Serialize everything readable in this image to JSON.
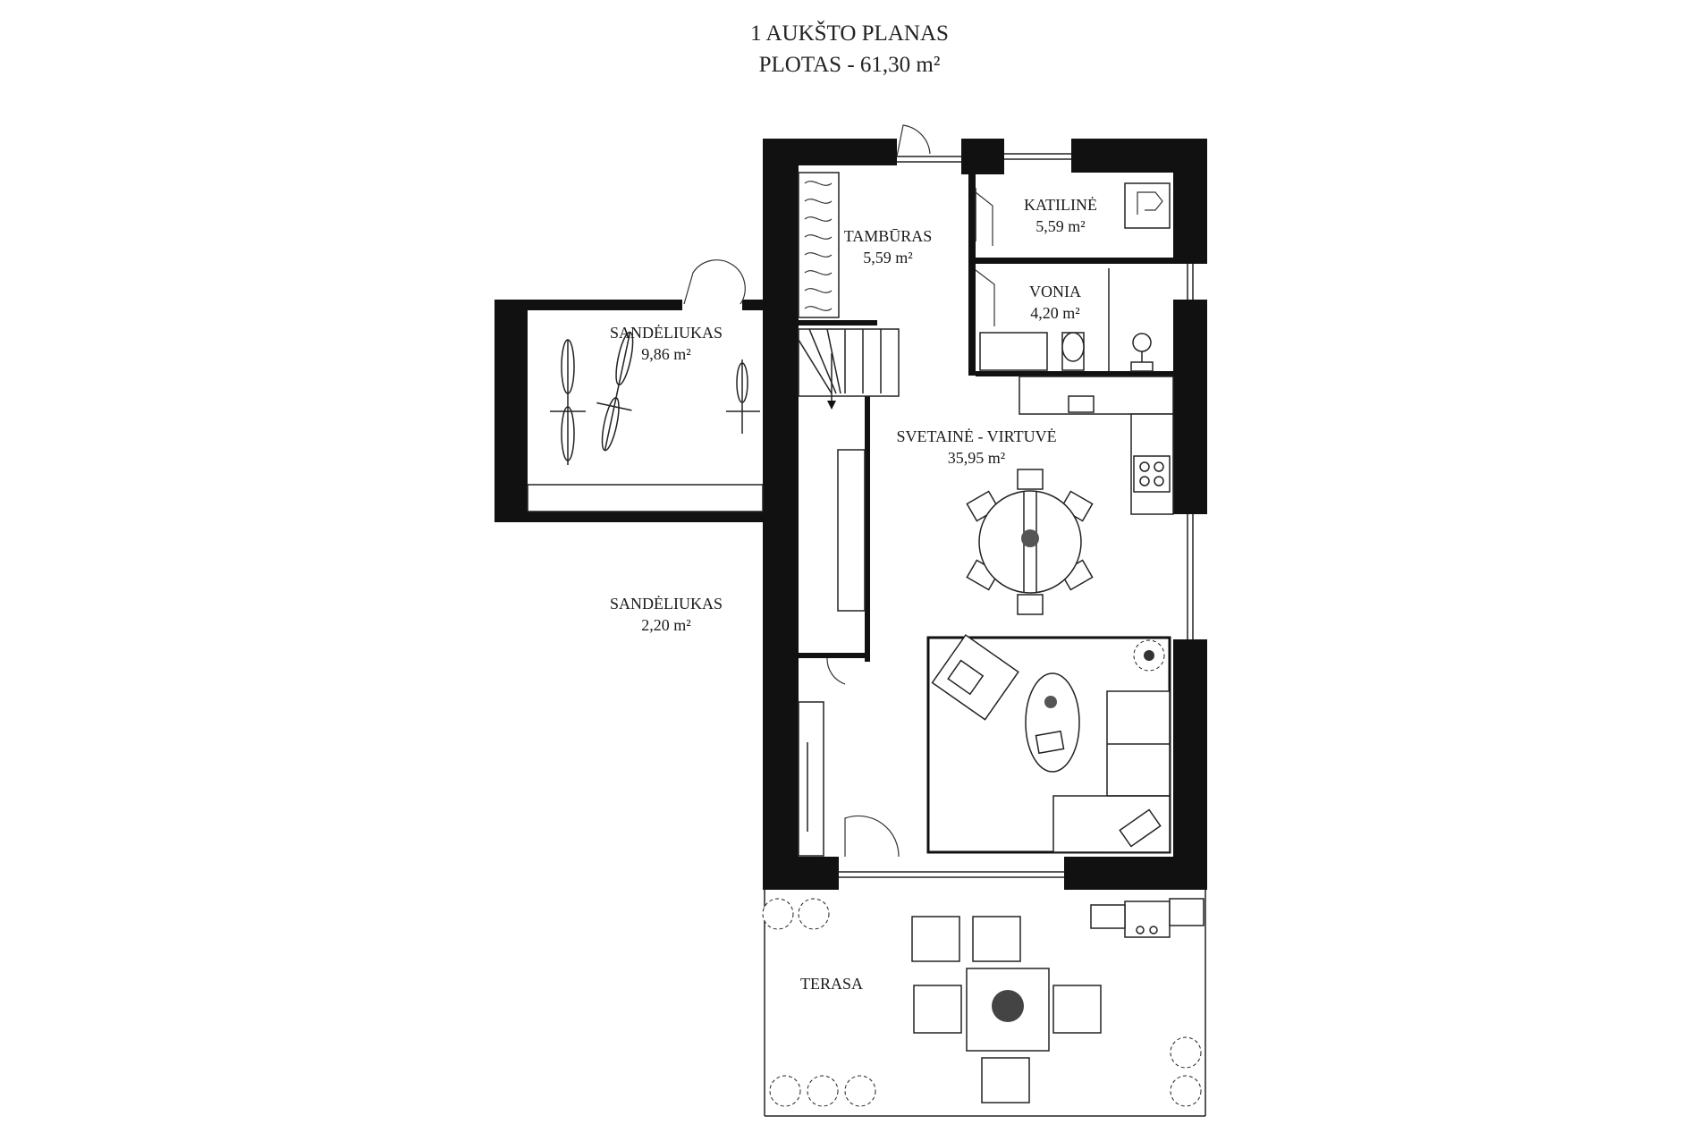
{
  "title": {
    "line1": "1 AUKŠTO PLANAS",
    "line2": "PLOTAS - 61,30 m²"
  },
  "rooms": [
    {
      "id": "tamburas",
      "name": "TAMBŪRAS",
      "area": "5,59 m²"
    },
    {
      "id": "katiline",
      "name": "KATILINĖ",
      "area": "5,59 m²"
    },
    {
      "id": "vonia",
      "name": "VONIA",
      "area": "4,20 m²"
    },
    {
      "id": "sandeliukas-1",
      "name": "SANDĖLIUKAS",
      "area": "9,86 m²"
    },
    {
      "id": "svetaine",
      "name": "SVETAINĖ - VIRTUVĖ",
      "area": "35,95 m²"
    },
    {
      "id": "sandeliukas-2",
      "name": "SANDĖLIUKAS",
      "area": "2,20 m²"
    },
    {
      "id": "terasa",
      "name": "TERASA",
      "area": ""
    }
  ],
  "colors": {
    "wall": "#111111",
    "line": "#222222",
    "background": "#ffffff"
  },
  "icons": [
    "bicycle-icon",
    "boiler-icon",
    "toilet-icon",
    "sink-icon",
    "plant-icon",
    "grill-icon",
    "dining-table-icon",
    "sofa-icon",
    "armchair-icon",
    "stair-icon"
  ]
}
